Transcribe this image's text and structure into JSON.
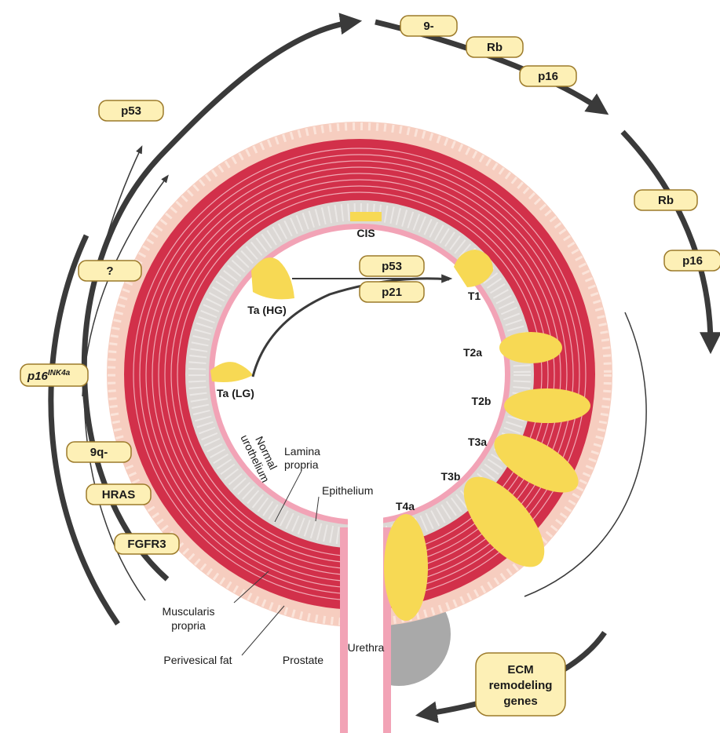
{
  "colors": {
    "muscle": "#d2304a",
    "muscle_line": "#f0a8b4",
    "fat": "#f6cdbf",
    "lamina": "#dcd8d5",
    "epithelium": "#f2a3b6",
    "tumor": "#f7d954",
    "pill_fill": "#fdf0b6",
    "pill_stroke": "#9c7a2a",
    "arrow_dark": "#3a3a3a",
    "prostate": "#9a9a9a"
  },
  "pathway_markers": {
    "top": [
      "9-",
      "Rb",
      "p16"
    ],
    "left": [
      "p53",
      "?"
    ],
    "p16ink4a_base": "p16",
    "p16ink4a_sup": "INK4a",
    "bottom_left": [
      "9q-",
      "HRAS",
      "FGFR3"
    ],
    "center": [
      "p53",
      "p21"
    ],
    "right": [
      "Rb",
      "p16"
    ],
    "ecm": [
      "ECM",
      "remodeling",
      "genes"
    ]
  },
  "stages": {
    "cis": "CIS",
    "ta_hg": "Ta (HG)",
    "ta_lg": "Ta (LG)",
    "t1": "T1",
    "t2a": "T2a",
    "t2b": "T2b",
    "t3a": "T3a",
    "t3b": "T3b",
    "t4a": "T4a"
  },
  "anatomy": {
    "normal_urothelium_line1": "Normal",
    "normal_urothelium_line2": "urothelium",
    "lamina_propria_line1": "Lamina",
    "lamina_propria_line2": "propria",
    "epithelium": "Epithelium",
    "muscularis_line1": "Muscularis",
    "muscularis_line2": "propria",
    "perivesical_fat": "Perivesical fat",
    "prostate": "Prostate",
    "urethra": "Urethra"
  }
}
